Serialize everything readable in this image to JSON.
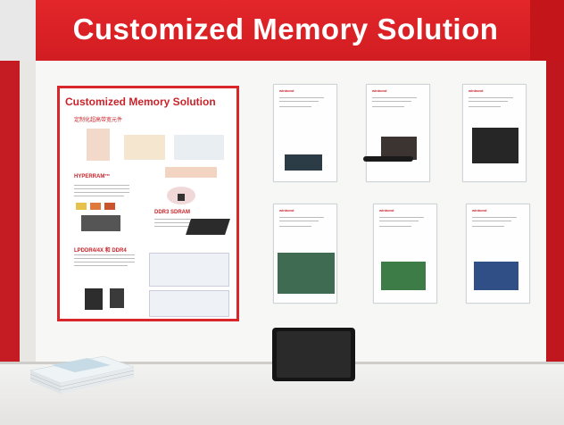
{
  "banner": {
    "title": "Customized Memory Solution"
  },
  "poster": {
    "title": "Customized Memory Solution",
    "subtitle": "定制化超高带宽元件",
    "hyperram_heading": "HYPERRAM™",
    "ddr3_heading": "DDR3 SDRAM",
    "lpddr_heading": "LPDDR4/4X 和 DDR4"
  },
  "colors": {
    "brand_red": "#d11d22",
    "poster_border": "#d8262b",
    "board": "#f7f7f6"
  },
  "products": [
    {
      "logo": "winbond"
    },
    {
      "logo": "winbond"
    },
    {
      "logo": "winbond"
    },
    {
      "logo": "winbond"
    },
    {
      "logo": "winbond"
    },
    {
      "logo": "winbond"
    }
  ]
}
